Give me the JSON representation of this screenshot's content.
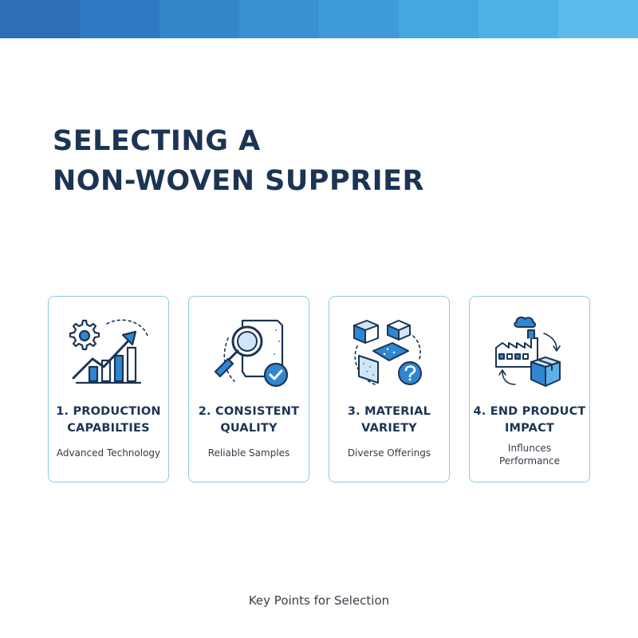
{
  "colors": {
    "title": "#1c3454",
    "accent_blue": "#2f86d1",
    "card_border": "#8ccbe9",
    "band": [
      "#2e6fb8",
      "#3079c2",
      "#3486cb",
      "#3990d3",
      "#3f9ad9",
      "#46a6e0",
      "#4fb2e7",
      "#5cbdec"
    ]
  },
  "title": {
    "line1": "SELECTING A",
    "line2": "NON-WOVEN SUPPRIER"
  },
  "cards": [
    {
      "title_line1": "1. PRODUCTION",
      "title_line2": "CAPABILTIES",
      "subtitle": "Advanced Technology",
      "icon": "gear-growth-chart-icon"
    },
    {
      "title_line1": "2. CONSISTENT",
      "title_line2": "QUALITY",
      "subtitle": "Reliable Samples",
      "icon": "magnifier-document-check-icon"
    },
    {
      "title_line1": "3. MATERIAL",
      "title_line2": "VARIETY",
      "subtitle": "Diverse Offerings",
      "icon": "material-samples-question-icon"
    },
    {
      "title_line1": "4. END PRODUCT",
      "title_line2": "IMPACT",
      "subtitle": "Influnces\nPerformance",
      "icon": "factory-box-cycle-icon"
    }
  ],
  "footer": "Key Points for Selection"
}
